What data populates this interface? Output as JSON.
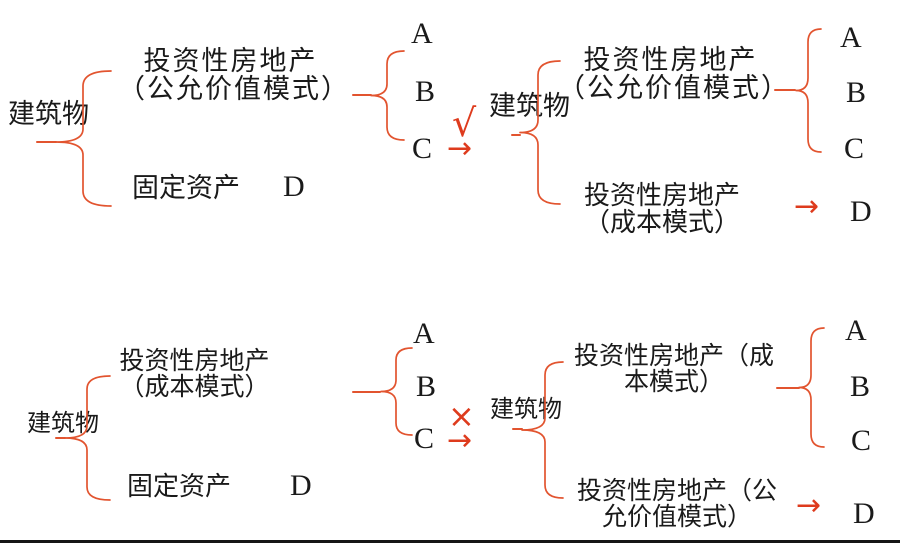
{
  "colors": {
    "brace": "#e2542f",
    "mark": "#de3b1d",
    "text": "#1a1a1a"
  },
  "top_diagram": {
    "left_tree": {
      "root": "建筑物",
      "branch_fair_value": {
        "line1": "投资性房地产",
        "line2": "（公允价值模式）"
      },
      "leaves": [
        "A",
        "B",
        "C"
      ],
      "branch_fixed_asset": {
        "label": "固定资产",
        "letter": "D"
      }
    },
    "verdict": "√",
    "arrow": "→",
    "right_tree": {
      "root": "建筑物",
      "branch_fair_value": {
        "line1": "投资性房地产",
        "line2": "（公允价值模式）"
      },
      "leaves": [
        "A",
        "B",
        "C"
      ],
      "branch_cost": {
        "line1": "投资性房地产",
        "line2": "（成本模式）",
        "arrow": "→",
        "letter": "D"
      }
    }
  },
  "bottom_diagram": {
    "left_tree": {
      "root": "建筑物",
      "branch_cost": {
        "line1": "投资性房地产",
        "line2": "（成本模式）"
      },
      "leaves": [
        "A",
        "B",
        "C"
      ],
      "branch_fixed_asset": {
        "label": "固定资产",
        "letter": "D"
      }
    },
    "verdict": "×",
    "arrow": "→",
    "right_tree": {
      "root": "建筑物",
      "branch_cost": {
        "line1": "投资性房地产（成",
        "line2": "本模式）"
      },
      "leaves": [
        "A",
        "B",
        "C"
      ],
      "branch_fair_value": {
        "line1": "投资性房地产（公",
        "line2": "允价值模式）",
        "arrow": "→",
        "letter": "D"
      }
    }
  }
}
